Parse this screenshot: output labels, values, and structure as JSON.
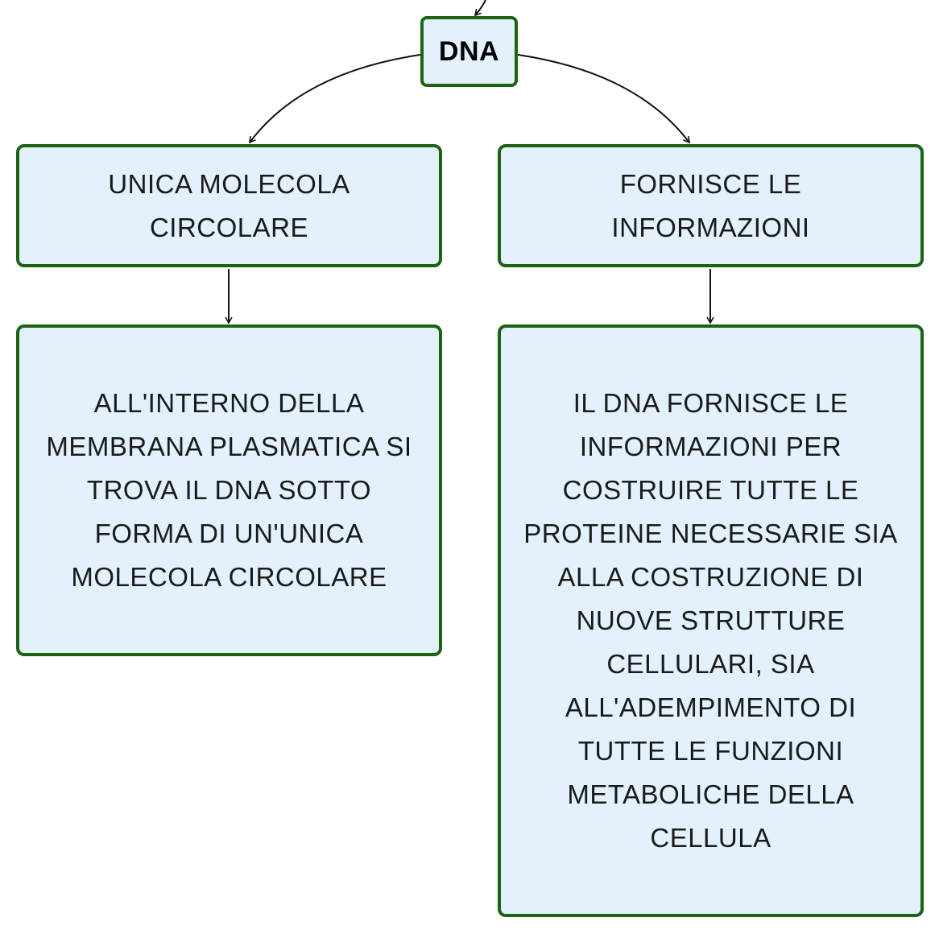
{
  "diagram": {
    "colors": {
      "node_fill": "#e3f1fd",
      "node_border": "#1b6414",
      "edge": "#111111",
      "text": "#1a1a1a"
    },
    "nodes": {
      "dna": {
        "label": "DNA"
      },
      "unica": {
        "label": "UNICA MOLECOLA\nCIRCOLARE"
      },
      "fornisce": {
        "label": "FORNISCE LE\nINFORMAZIONI"
      },
      "interno": {
        "label": "ALL'INTERNO DELLA\nMEMBRANA PLASMATICA SI\nTROVA IL DNA SOTTO\nFORMA DI UN'UNICA\nMOLECOLA CIRCOLARE"
      },
      "dna_fornisce": {
        "label": "IL DNA FORNISCE LE\nINFORMAZIONI PER\nCOSTRUIRE TUTTE LE\nPROTEINE NECESSARIE SIA\nALLA COSTRUZIONE DI\nNUOVE STRUTTURE\nCELLULARI, SIA\nALL'ADEMPIMENTO DI\nTUTTE LE FUNZIONI\nMETABOLICHE DELLA\nCELLULA"
      }
    },
    "edges": [
      {
        "from": "incoming",
        "to": "dna"
      },
      {
        "from": "dna",
        "to": "unica"
      },
      {
        "from": "dna",
        "to": "fornisce"
      },
      {
        "from": "unica",
        "to": "interno"
      },
      {
        "from": "fornisce",
        "to": "dna_fornisce"
      }
    ]
  }
}
